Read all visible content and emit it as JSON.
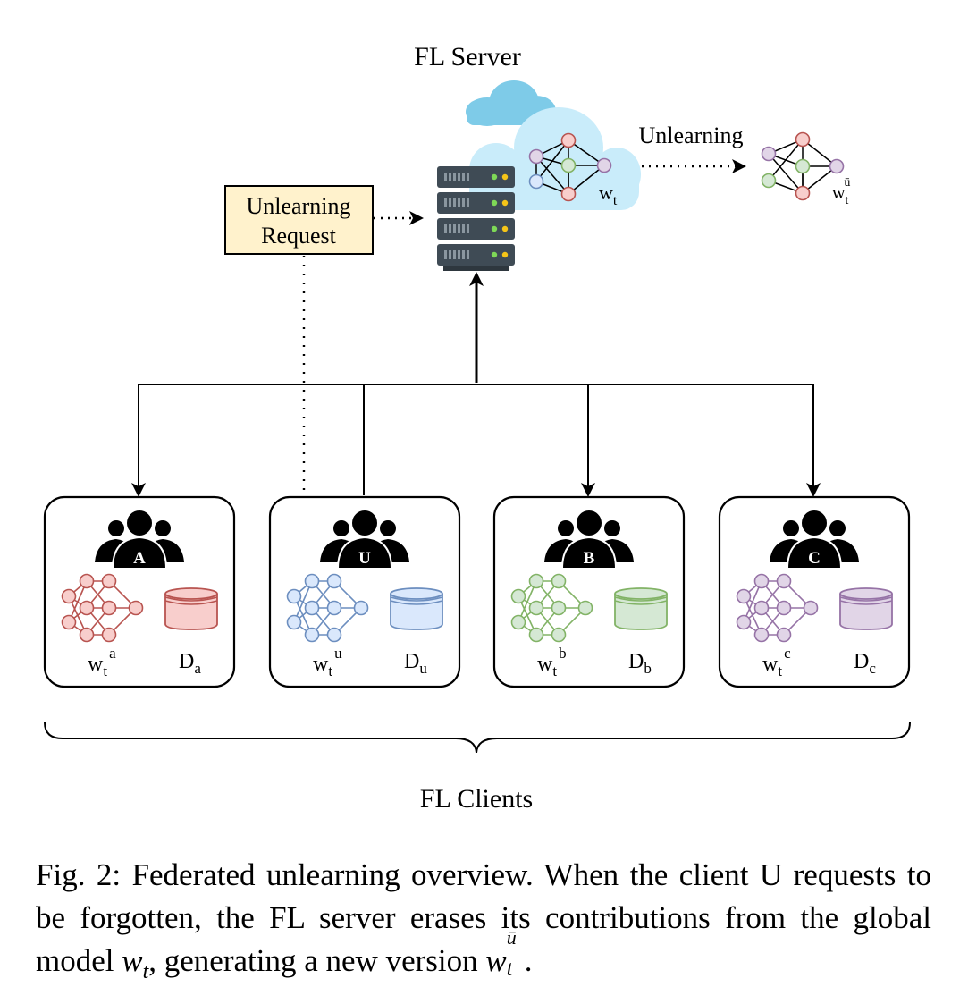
{
  "server": {
    "title": "FL Server",
    "model_label": "w",
    "model_sub": "t"
  },
  "unlearning": {
    "arrow_label": "Unlearning",
    "result_label": "w",
    "result_sub": "t",
    "result_sup": "ū"
  },
  "request_box": {
    "line1": "Unlearning",
    "line2": "Request"
  },
  "clients": [
    {
      "letter": "A",
      "w": "w",
      "w_sub": "t",
      "w_sup": "a",
      "d": "D",
      "d_sub": "a",
      "color": "#b85450",
      "fill": "#f8cecc"
    },
    {
      "letter": "U",
      "w": "w",
      "w_sub": "t",
      "w_sup": "u",
      "d": "D",
      "d_sub": "u",
      "color": "#6c8ebf",
      "fill": "#dae8fc"
    },
    {
      "letter": "B",
      "w": "w",
      "w_sub": "t",
      "w_sup": "b",
      "d": "D",
      "d_sub": "b",
      "color": "#82b366",
      "fill": "#d5e8d4"
    },
    {
      "letter": "C",
      "w": "w",
      "w_sub": "t",
      "w_sup": "c",
      "d": "D",
      "d_sub": "c",
      "color": "#9673a6",
      "fill": "#e1d5e7"
    }
  ],
  "clients_label": "FL Clients",
  "caption": {
    "prefix": "Fig. 2: Federated unlearning overview. When the client U requests to be forgotten, the FL server erases its contributions from the global model ",
    "model": "w",
    "model_sub": "t",
    "middle": ", generating a new version ",
    "version": "w",
    "version_sub": "t",
    "version_sup": "ū",
    "suffix": "."
  },
  "colors": {
    "cloud_dark": "#7ecbe8",
    "cloud_light": "#c9ecfa",
    "request_fill": "#fff2cc",
    "request_stroke": "#000000",
    "server_body": "#3f4b55",
    "server_led_green": "#7ed957",
    "server_led_yellow": "#f5c518"
  }
}
